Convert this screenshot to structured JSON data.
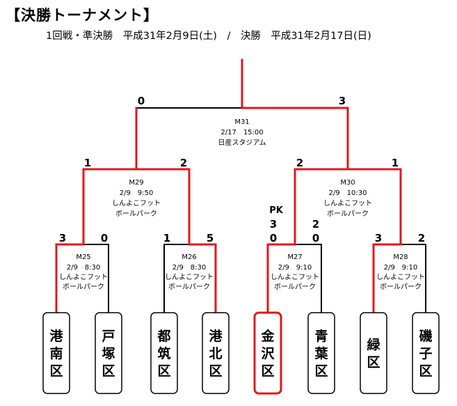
{
  "title": "【決勝トーナメント】",
  "subtitle": "1回戦・準決勝　平成31年2月9日(土)　/　決勝　平成31年2月17日(日)",
  "colors": {
    "winner_line": "#e4161e",
    "line": "#000000",
    "text": "#000000"
  },
  "teams": [
    {
      "name": "港南区",
      "winner": false
    },
    {
      "name": "戸塚区",
      "winner": false
    },
    {
      "name": "都筑区",
      "winner": false
    },
    {
      "name": "港北区",
      "winner": false
    },
    {
      "name": "金沢区",
      "winner": true
    },
    {
      "name": "青葉区",
      "winner": false
    },
    {
      "name": "緑区",
      "winner": false
    },
    {
      "name": "磯子区",
      "winner": false
    }
  ],
  "matches": {
    "M25": {
      "label": "M25",
      "date_time": "2/9　8:30",
      "venue": [
        "しんよこフット",
        "ボールパーク"
      ],
      "left_score": "3",
      "right_score": "0"
    },
    "M26": {
      "label": "M26",
      "date_time": "2/9　8:30",
      "venue": [
        "しんよこフット",
        "ボールパーク"
      ],
      "left_score": "1",
      "right_score": "5"
    },
    "M27": {
      "label": "M27",
      "date_time": "2/9　9:10",
      "venue": [
        "しんよこフット",
        "ボールパーク"
      ],
      "left_score": "0",
      "right_score": "0",
      "pk_label": "PK",
      "pk_left": "3",
      "pk_right": "2"
    },
    "M28": {
      "label": "M28",
      "date_time": "2/9　9:10",
      "venue": [
        "しんよこフット",
        "ボールパーク"
      ],
      "left_score": "3",
      "right_score": "2"
    },
    "M29": {
      "label": "M29",
      "date_time": "2/9　9:50",
      "venue": [
        "しんよこフット",
        "ボールパーク"
      ],
      "left_score": "1",
      "right_score": "2"
    },
    "M30": {
      "label": "M30",
      "date_time": "2/9　10:30",
      "venue": [
        "しんよこフット",
        "ボールパーク"
      ],
      "left_score": "2",
      "right_score": "1"
    },
    "M31": {
      "label": "M31",
      "date_time": "2/17　15:00",
      "venue": [
        "日産スタジアム"
      ],
      "left_score": "0",
      "right_score": "3"
    }
  }
}
